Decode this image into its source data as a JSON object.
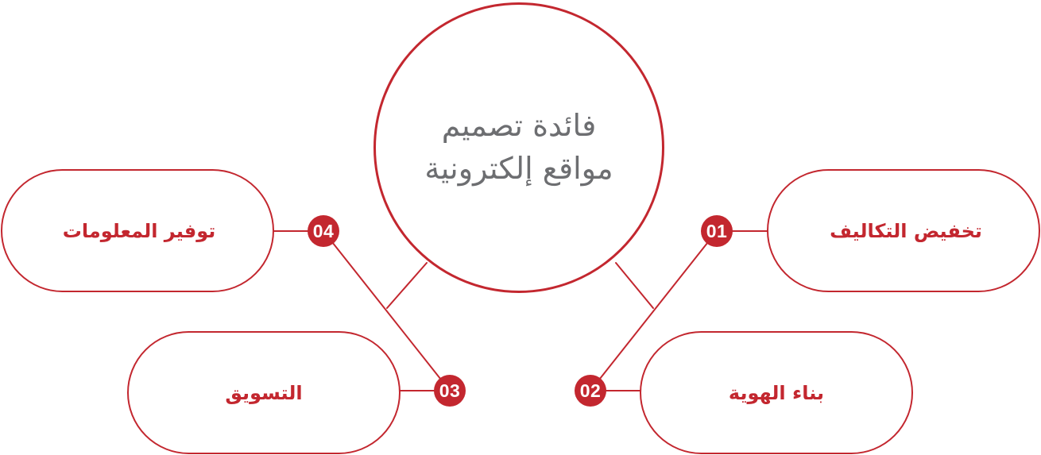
{
  "diagram": {
    "center_title": "فائدة تصميم مواقع إلكترونية",
    "items": [
      {
        "number": "01",
        "label": "تخفيض التكاليف"
      },
      {
        "number": "02",
        "label": "بناء الهوية"
      },
      {
        "number": "03",
        "label": "التسويق"
      },
      {
        "number": "04",
        "label": "توفير المعلومات"
      }
    ]
  },
  "colors": {
    "accent": "#c3272f",
    "center_text": "#6d6e71",
    "background": "#ffffff"
  }
}
